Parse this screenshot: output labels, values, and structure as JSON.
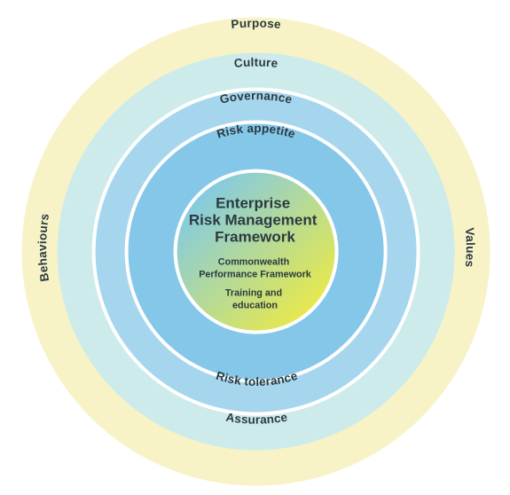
{
  "diagram": {
    "rings": [
      {
        "name": "purpose",
        "color": "#f7f3c7"
      },
      {
        "name": "culture",
        "color": "#cdebea"
      },
      {
        "name": "governance",
        "color": "#a6d6ee"
      },
      {
        "name": "risk",
        "color": "#85c7e9"
      }
    ],
    "labels": {
      "purpose": "Purpose",
      "culture": "Culture",
      "behaviours": "Behaviours",
      "values": "Values",
      "governance": "Governance",
      "assurance": "Assurance",
      "risk_appetite": "Risk appetite",
      "risk_tolerance": "Risk tolerance"
    },
    "core": {
      "title_lines": [
        "Enterprise",
        "Risk Management",
        "Framework"
      ],
      "sub1_lines": [
        "Commonwealth",
        "Performance Framework"
      ],
      "sub2_lines": [
        "Training and",
        "education"
      ],
      "gradient_start": "#7ec9ea",
      "gradient_end": "#f3ec3a"
    }
  }
}
